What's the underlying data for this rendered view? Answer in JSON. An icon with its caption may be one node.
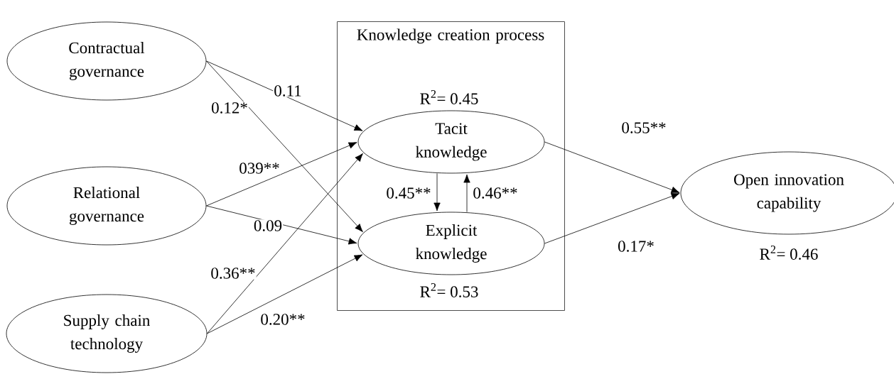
{
  "diagram": {
    "nodes": [
      {
        "text": [
          "Contractual governance"
        ]
      },
      {
        "text": [
          "Relational governance"
        ]
      },
      {
        "text": [
          "Supply chain technology"
        ]
      },
      {
        "text": [
          "Knowledge creation process"
        ]
      },
      {
        "text": [
          "Tacit knowledge"
        ],
        "in": 3,
        "beside": [
          "R$^{2}$= 0.45"
        ]
      },
      {
        "text": [
          "Explicit knowledge"
        ],
        "in": 3,
        "beside": [
          "R$^{2}$= 0.53"
        ]
      },
      {
        "text": [
          "Open innovation capability"
        ],
        "beside": [
          "R$^{2}$= 0.46"
        ]
      }
    ],
    "edges": [
      {
        "from": 0,
        "to": 4,
        "arrow": "to",
        "label": "0.11"
      },
      {
        "from": 0,
        "to": 5,
        "arrow": "to",
        "label": "0.12*"
      },
      {
        "from": 1,
        "to": 4,
        "arrow": "to",
        "label": "039**"
      },
      {
        "from": 1,
        "to": 5,
        "arrow": "to",
        "label": "0.09"
      },
      {
        "from": 2,
        "to": 4,
        "arrow": "to",
        "label": "0.36**"
      },
      {
        "from": 2,
        "to": 5,
        "arrow": "to",
        "label": "0.20**"
      },
      {
        "from": 4,
        "to": 5,
        "arrow": "to",
        "label": "0.45**"
      },
      {
        "from": 5,
        "to": 4,
        "arrow": "to",
        "label": "0.46**"
      },
      {
        "from": 4,
        "to": 6,
        "arrow": "to",
        "label": "0.55**"
      },
      {
        "from": 5,
        "to": 6,
        "arrow": "to",
        "label": "0.17*"
      }
    ]
  }
}
